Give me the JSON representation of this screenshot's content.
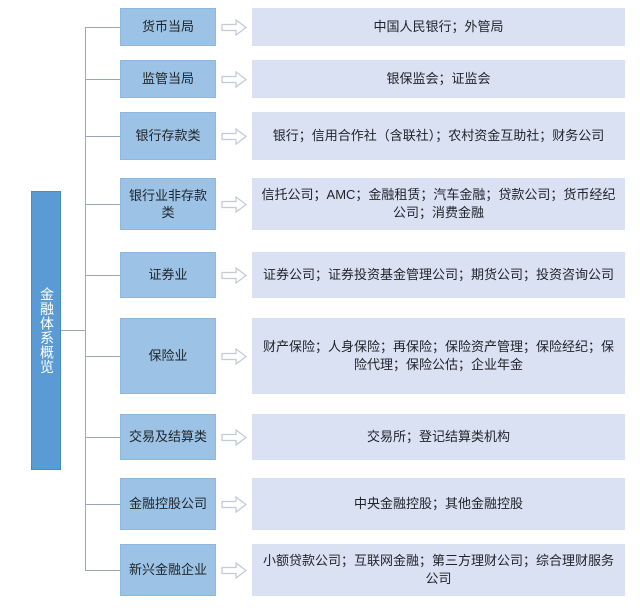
{
  "diagram": {
    "title": "金融体系概览",
    "root": {
      "label": "金融体系概览",
      "color": "#5b9bd5",
      "text_color": "#ffffff"
    },
    "colors": {
      "root_fill": "#5b9bd5",
      "category_fill": "#9cc3e5",
      "detail_fill": "#d9e1f2",
      "connector": "#9aa7b4",
      "arrow_outline": "#c3ccd6",
      "background": "#ffffff"
    },
    "arrow_icon": "block-arrow-right",
    "rows": [
      {
        "category": "货币当局",
        "detail": "中国人民银行；外管局",
        "members": [
          "中国人民银行",
          "外管局"
        ]
      },
      {
        "category": "监管当局",
        "detail": "银保监会；证监会",
        "members": [
          "银保监会",
          "证监会"
        ]
      },
      {
        "category": "银行存款类",
        "detail": "银行；信用合作社（含联社）；农村资金互助社；财务公司",
        "members": [
          "银行",
          "信用合作社（含联社）",
          "农村资金互助社",
          "财务公司"
        ]
      },
      {
        "category": "银行业非存款类",
        "detail": "信托公司；AMC；金融租赁；汽车金融；贷款公司；货币经纪公司；消费金融",
        "members": [
          "信托公司",
          "AMC",
          "金融租赁",
          "汽车金融",
          "贷款公司",
          "货币经纪公司",
          "消费金融"
        ]
      },
      {
        "category": "证券业",
        "detail": "证券公司；证券投资基金管理公司；期货公司；投资咨询公司",
        "members": [
          "证券公司",
          "证券投资基金管理公司",
          "期货公司",
          "投资咨询公司"
        ]
      },
      {
        "category": "保险业",
        "detail": "财产保险；人身保险；再保险；保险资产管理；保险经纪；保险代理；保险公估；企业年金",
        "members": [
          "财产保险",
          "人身保险",
          "再保险",
          "保险资产管理",
          "保险经纪",
          "保险代理",
          "保险公估",
          "企业年金"
        ]
      },
      {
        "category": "交易及结算类",
        "detail": "交易所；登记结算类机构",
        "members": [
          "交易所",
          "登记结算类机构"
        ]
      },
      {
        "category": "金融控股公司",
        "detail": "中央金融控股；其他金融控股",
        "members": [
          "中央金融控股",
          "其他金融控股"
        ]
      },
      {
        "category": "新兴金融企业",
        "detail": "小额贷款公司；互联网金融；第三方理财公司；综合理财服务公司",
        "members": [
          "小额贷款公司",
          "互联网金融",
          "第三方理财公司",
          "综合理财服务公司"
        ]
      }
    ]
  }
}
